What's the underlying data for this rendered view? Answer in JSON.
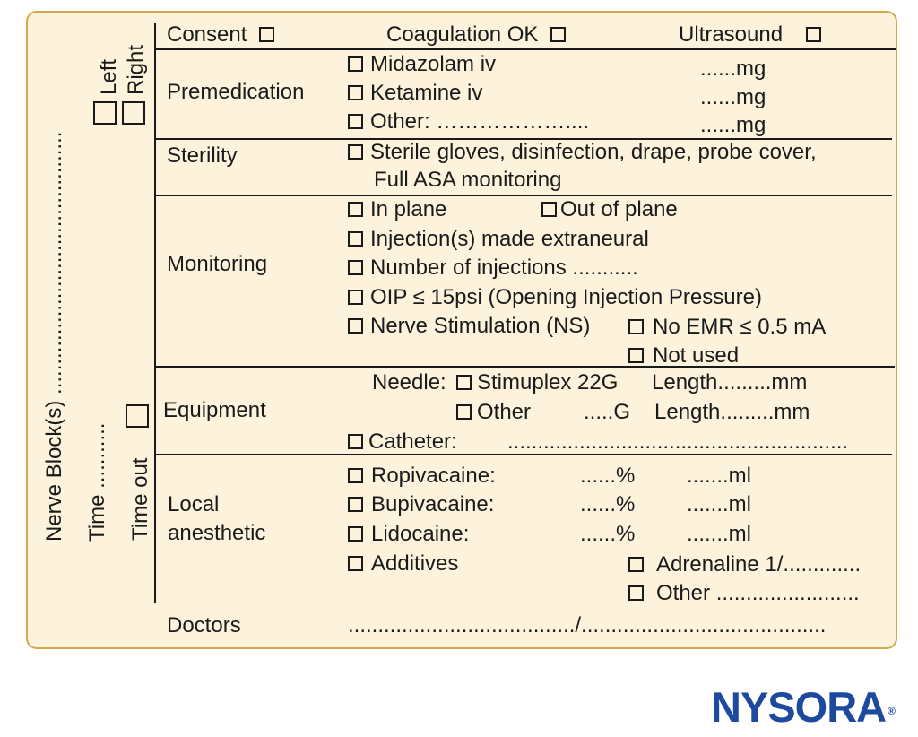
{
  "form": {
    "nerve_block_label": "Nerve Block(s) ............................................",
    "left_label": "Left",
    "right_label": "Right",
    "time_label": "Time ...........",
    "time_out_label": "Time out",
    "header": {
      "consent": "Consent",
      "coagulation": "Coagulation OK",
      "ultrasound": "Ultrasound"
    },
    "premedication": {
      "label": "Premedication",
      "items": [
        {
          "name": "Midazolam iv",
          "dose": "......mg"
        },
        {
          "name": "Ketamine iv",
          "dose": "......mg"
        },
        {
          "name": "Other: ………………....",
          "dose": "......mg"
        }
      ]
    },
    "sterility": {
      "label": "Sterility",
      "line1": "Sterile gloves, disinfection, drape, probe cover,",
      "line2": "Full ASA monitoring"
    },
    "monitoring": {
      "label": "Monitoring",
      "in_plane": "In plane",
      "out_of_plane": "Out of plane",
      "extraneural": "Injection(s) made extraneural",
      "num_injections": "Number of injections ...........",
      "oip": "OIP ≤ 15psi (Opening Injection Pressure)",
      "ns": "Nerve Stimulation (NS)",
      "no_emr": "No EMR ≤ 0.5 mA",
      "not_used": "Not used"
    },
    "equipment": {
      "label": "Equipment",
      "needle": "Needle:",
      "stimuplex": "Stimuplex 22G",
      "length1": "Length.........mm",
      "other": "Other",
      "gauge": ".....G",
      "length2": "Length.........mm",
      "catheter": "Catheter:",
      "catheter_dots": "........................................................."
    },
    "local_anesthetic": {
      "label_line1": "Local",
      "label_line2": "anesthetic",
      "agents": [
        {
          "name": "Ropivacaine:",
          "pct": "......%",
          "ml": ".......ml"
        },
        {
          "name": "Bupivacaine:",
          "pct": "......%",
          "ml": ".......ml"
        },
        {
          "name": "Lidocaine:",
          "pct": "......%",
          "ml": ".......ml"
        }
      ],
      "additives": "Additives",
      "adrenaline": "Adrenaline 1/.............",
      "other": "Other ........................"
    },
    "doctors": {
      "label": "Doctors",
      "line": "....................................../........................................."
    }
  },
  "brand": {
    "logo_text": "NYSORA",
    "registered": "®",
    "color": "#1d4a9e"
  },
  "colors": {
    "card_bg": "#fdf3dc",
    "card_border": "#d4a94e"
  }
}
